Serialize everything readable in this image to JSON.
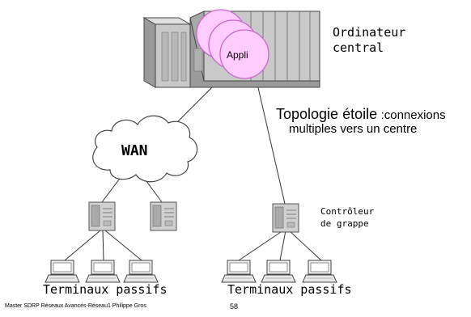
{
  "labels": {
    "central_line1": "Ordinateur",
    "central_line2": "central",
    "appli": "Appli",
    "topology_title": "Topologie étoile",
    "topology_desc1": ":connexions",
    "topology_desc2": "multiples vers un centre",
    "wan": "WAN",
    "controller_line1": "Contrôleur",
    "controller_line2": "de grappe",
    "terminals_left": "Terminaux passifs",
    "terminals_right": "Terminaux passifs",
    "footer_left": "Master SDRP Réseaux Avancés-Réseau1 Philippe Gros",
    "page_number": "58"
  },
  "colors": {
    "mainframe": "#c9c9c9",
    "mainframe_shade": "#9a9a9a",
    "appli_disk": "#ffccff",
    "appli_stroke": "#cc66cc",
    "line": "#333333"
  },
  "icons": {
    "central": "mainframe-icon",
    "app": "application-disk-icon",
    "cloud": "wan-cloud-icon",
    "server": "server-icon",
    "terminal": "terminal-icon"
  }
}
